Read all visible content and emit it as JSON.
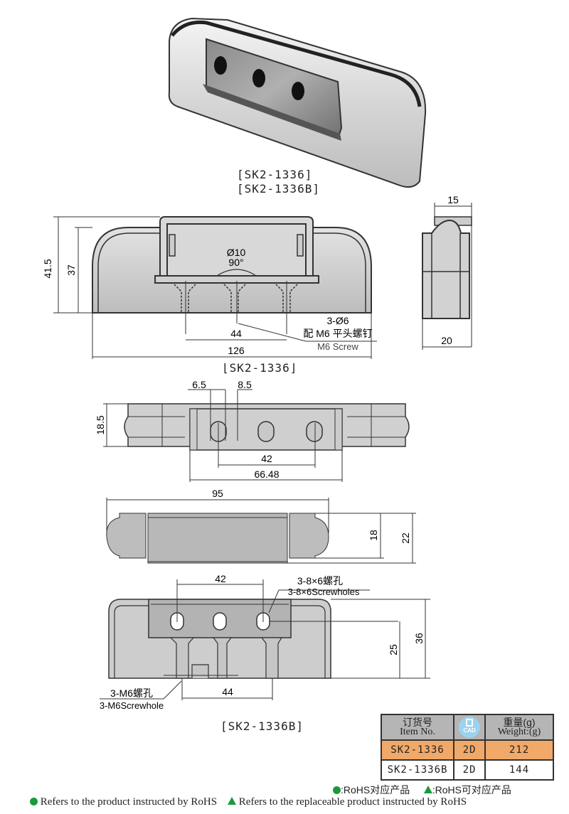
{
  "photo": {
    "label_line1": "[SK2-1336]",
    "label_line2": "[SK2-1336B]"
  },
  "front_view": {
    "dim_overall_height": "41.5",
    "dim_body_height": "37",
    "dim_countersink_dia": "Ø10",
    "dim_countersink_angle": "90°",
    "dim_hole_spacing": "44",
    "dim_overall_length": "126",
    "callout_line1": "3-Ø6",
    "callout_line2": "配 M6 平头螺钉",
    "callout_line3": "M6 Screw",
    "caption": "⌊SK2-1336⌋"
  },
  "side_view": {
    "dim_top_width": "15",
    "dim_bottom_width": "20"
  },
  "top_view": {
    "dim_slot_width": "6.5",
    "dim_slot_length": "8.5",
    "dim_height": "18.5",
    "dim_hole_spacing": "42",
    "dim_plate_length": "66.48"
  },
  "bottom_view": {
    "dim_length": "95",
    "dim_inner_height": "18",
    "dim_outer_height": "22"
  },
  "variant_b_view": {
    "dim_hole_spacing_top": "42",
    "callout_holes_cn": "3-8×6螺孔",
    "callout_holes_en": "3-8×6Screwholes",
    "dim_hole_height": "25",
    "dim_overall_height": "36",
    "callout_thread_cn": "3-M6螺孔",
    "callout_thread_en": "3-M6Screwhole",
    "dim_hole_spacing_bottom": "44",
    "caption": "[SK2-1336B]"
  },
  "spec_table": {
    "headers": {
      "item_cn": "订货号",
      "item_en": "Item No.",
      "cad_label": "CAD",
      "weight_cn": "重量(g)",
      "weight_en": "Weight:(g)"
    },
    "rows": [
      {
        "item": "SK2-1336",
        "cad": "2D",
        "weight": "212",
        "highlight": "#f1a96a"
      },
      {
        "item": "SK2-1336B",
        "cad": "2D",
        "weight": "144"
      }
    ]
  },
  "legend": {
    "rohs_cn": ":RoHS对应产品",
    "rohs_replaceable_cn": ":RoHS可对应产品",
    "rohs_en": "Refers to the product instructed by RoHS",
    "rohs_replaceable_en": "Refers to the replaceable product instructed by RoHS",
    "green": "#1a9a3a"
  }
}
